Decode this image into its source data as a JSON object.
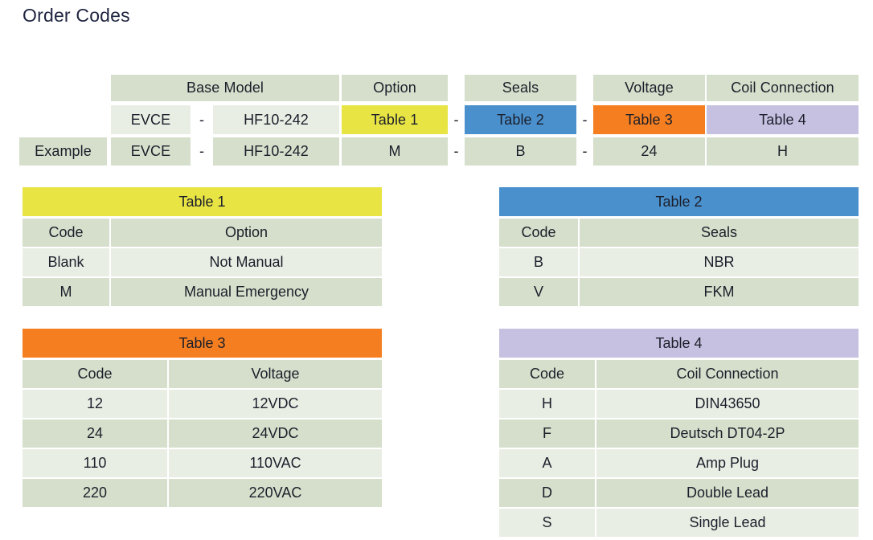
{
  "page": {
    "title": "Order Codes",
    "background": "#ffffff",
    "text_color": "#1f2440"
  },
  "palette": {
    "green_dark": "#d5dfcb",
    "green_light": "#e9eee4",
    "table1_accent": "#e8e444",
    "table2_accent": "#4a90cc",
    "table3_accent": "#f57f20",
    "table4_accent": "#c6c1e1"
  },
  "order_builder": {
    "row_label": "Example",
    "separator": "-",
    "columns": [
      {
        "header": "Base Model",
        "spans": [
          "EVCE",
          "HF10-242"
        ]
      },
      {
        "header": "Option",
        "spans": [
          "Table 1"
        ]
      },
      {
        "header": "Seals",
        "spans": [
          "Table 2"
        ]
      },
      {
        "header": "Voltage",
        "spans": [
          "Table 3"
        ]
      },
      {
        "header": "Coil Connection",
        "spans": [
          "Table 4"
        ]
      }
    ],
    "headers": {
      "base_model": "Base Model",
      "option": "Option",
      "seals": "Seals",
      "voltage": "Voltage",
      "coil_connection": "Coil Connection"
    },
    "reference_row": {
      "base_prefix": "EVCE",
      "base_suffix": "HF10-242",
      "option": "Table 1",
      "seals": "Table 2",
      "voltage": "Table 3",
      "coil_connection": "Table 4"
    },
    "example_row": {
      "label": "Example",
      "base_prefix": "EVCE",
      "base_suffix": "HF10-242",
      "option": "M",
      "seals": "B",
      "voltage": "24",
      "coil_connection": "H"
    }
  },
  "tables": [
    {
      "id": "table-1",
      "title": "Table 1",
      "accent": "#e8e444",
      "headers": [
        "Code",
        "Option"
      ],
      "rows": [
        [
          "Blank",
          "Not Manual"
        ],
        [
          "M",
          "Manual Emergency"
        ]
      ]
    },
    {
      "id": "table-2",
      "title": "Table 2",
      "accent": "#4a90cc",
      "headers": [
        "Code",
        "Seals"
      ],
      "rows": [
        [
          "B",
          "NBR"
        ],
        [
          "V",
          "FKM"
        ]
      ]
    },
    {
      "id": "table-3",
      "title": "Table 3",
      "accent": "#f57f20",
      "headers": [
        "Code",
        "Voltage"
      ],
      "rows": [
        [
          "12",
          "12VDC"
        ],
        [
          "24",
          "24VDC"
        ],
        [
          "110",
          "110VAC"
        ],
        [
          "220",
          "220VAC"
        ]
      ]
    },
    {
      "id": "table-4",
      "title": "Table 4",
      "accent": "#c6c1e1",
      "headers": [
        "Code",
        "Coil Connection"
      ],
      "rows": [
        [
          "H",
          "DIN43650"
        ],
        [
          "F",
          "Deutsch DT04-2P"
        ],
        [
          "A",
          "Amp Plug"
        ],
        [
          "D",
          "Double Lead"
        ],
        [
          "S",
          "Single Lead"
        ]
      ]
    }
  ]
}
